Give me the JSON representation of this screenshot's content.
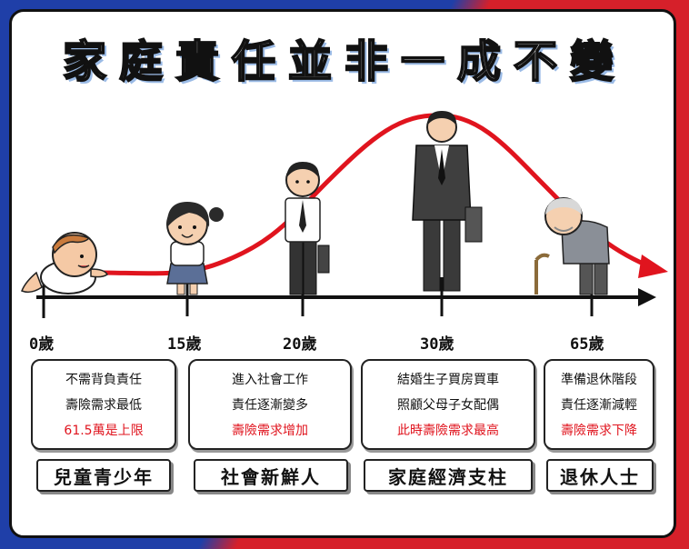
{
  "title": "家庭責任並非一成不變",
  "ages": [
    "0歲",
    "15歲",
    "20歲",
    "30歲",
    "65歲"
  ],
  "stages": [
    {
      "lines": [
        "不需背負責任",
        "壽險需求最低"
      ],
      "highlight": "61.5萬是上限",
      "label": "兒童青少年"
    },
    {
      "lines": [
        "進入社會工作",
        "責任逐漸變多"
      ],
      "highlight": "壽險需求增加",
      "label": "社會新鮮人"
    },
    {
      "lines": [
        "結婚生子買房買車",
        "照顧父母子女配偶"
      ],
      "highlight": "此時壽險需求最高",
      "label": "家庭經濟支柱"
    },
    {
      "lines": [
        "準備退休階段",
        "責任逐漸減輕"
      ],
      "highlight": "壽險需求下降",
      "label": "退休人士"
    }
  ],
  "colors": {
    "curve": "#e0141e",
    "highlight": "#e0141e",
    "axis": "#111111",
    "bg_left": "#1f3fa8",
    "bg_right": "#d6202a"
  },
  "icons": [
    "baby-icon",
    "girl-student-icon",
    "young-man-icon",
    "businessman-icon",
    "elderly-man-icon"
  ]
}
